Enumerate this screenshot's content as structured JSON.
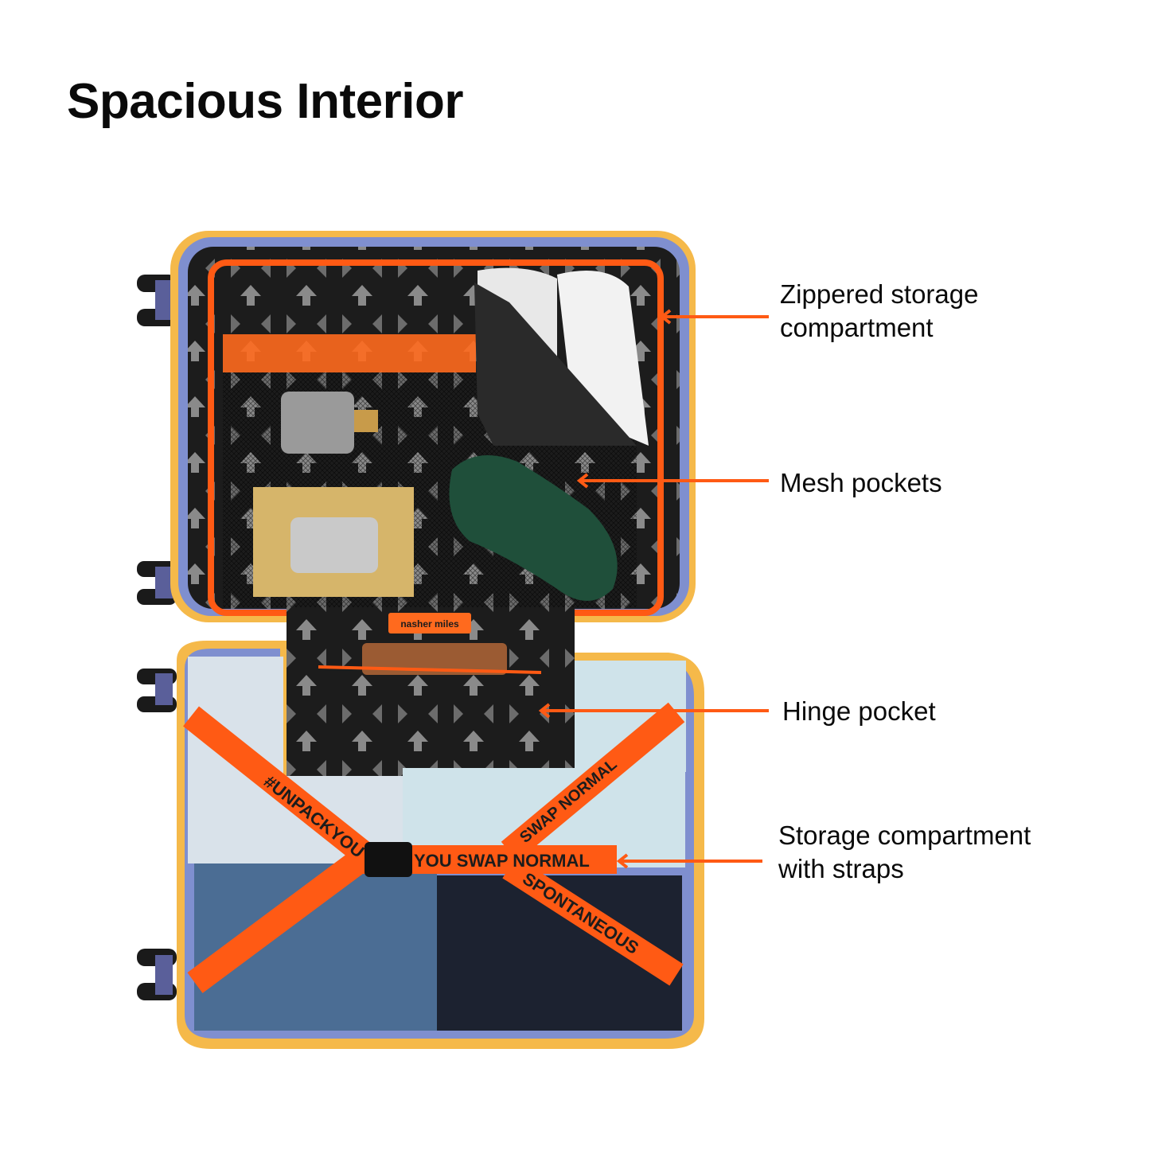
{
  "title": "Spacious Interior",
  "callouts": [
    {
      "lines": [
        "Zippered storage",
        "compartment"
      ]
    },
    {
      "lines": [
        "Mesh pockets"
      ]
    },
    {
      "lines": [
        "Hinge pocket"
      ]
    },
    {
      "lines": [
        "Storage compartment",
        "with straps"
      ]
    }
  ],
  "product": {
    "brand_tag": "nasher miles",
    "strap_texts": [
      "#UNPACKYOU",
      "SWAP NORMAL",
      "SPONTANEOUS",
      "YOU SWAP NORMAL"
    ]
  },
  "colors": {
    "accent_orange": "#ff5a14",
    "shell_yellow": "#f5b94a",
    "trim_blue": "#7f8fcf",
    "lining_black": "#1c1c1c",
    "text": "#0a0a0a"
  }
}
